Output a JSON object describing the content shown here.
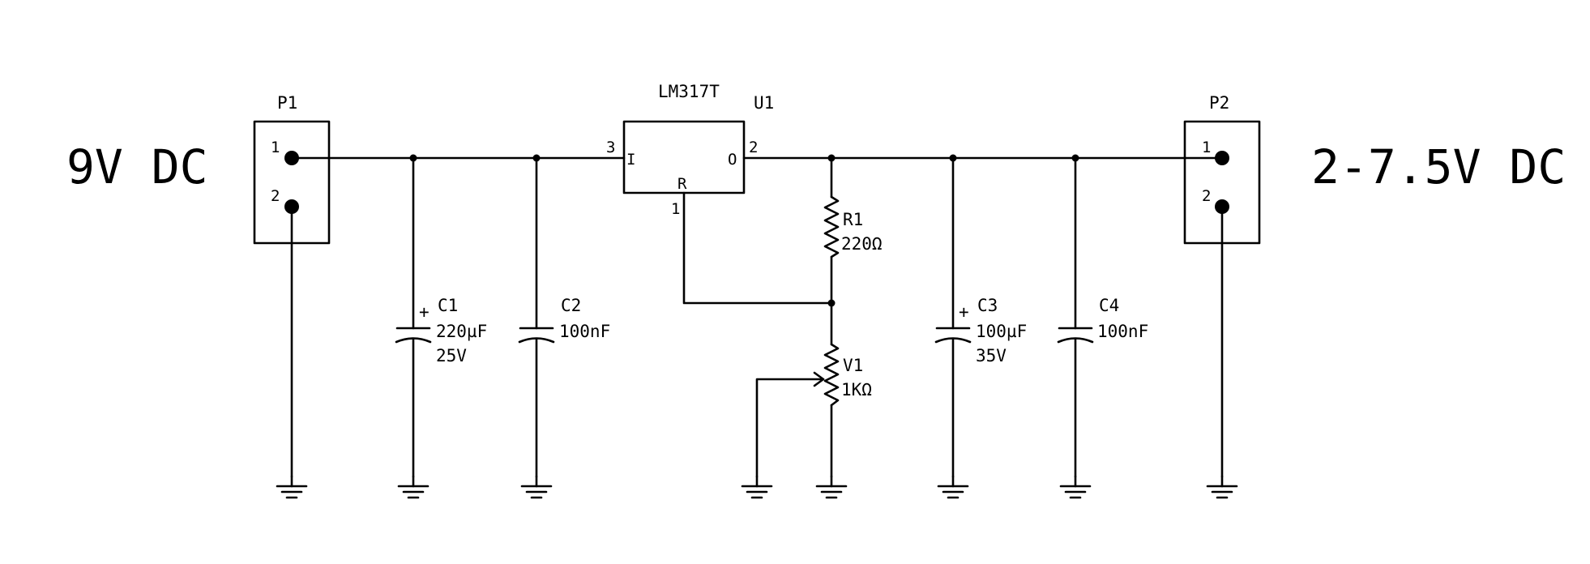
{
  "labels": {
    "input_voltage": "9V DC",
    "output_voltage": "2-7.5V DC"
  },
  "connectors": {
    "p1": {
      "ref": "P1",
      "pin1": "1",
      "pin2": "2"
    },
    "p2": {
      "ref": "P2",
      "pin1": "1",
      "pin2": "2"
    }
  },
  "regulator": {
    "part": "LM317T",
    "ref": "U1",
    "pin_in_num": "3",
    "pin_in_name": "I",
    "pin_out_num": "2",
    "pin_out_name": "O",
    "pin_adj_num": "1",
    "pin_adj_name": "R"
  },
  "components": {
    "c1": {
      "ref": "C1",
      "value": "220µF",
      "rating": "25V",
      "polarity": "+"
    },
    "c2": {
      "ref": "C2",
      "value": "100nF"
    },
    "r1": {
      "ref": "R1",
      "value": "220Ω"
    },
    "v1": {
      "ref": "V1",
      "value": "1KΩ"
    },
    "c3": {
      "ref": "C3",
      "value": "100µF",
      "rating": "35V",
      "polarity": "+"
    },
    "c4": {
      "ref": "C4",
      "value": "100nF"
    }
  }
}
